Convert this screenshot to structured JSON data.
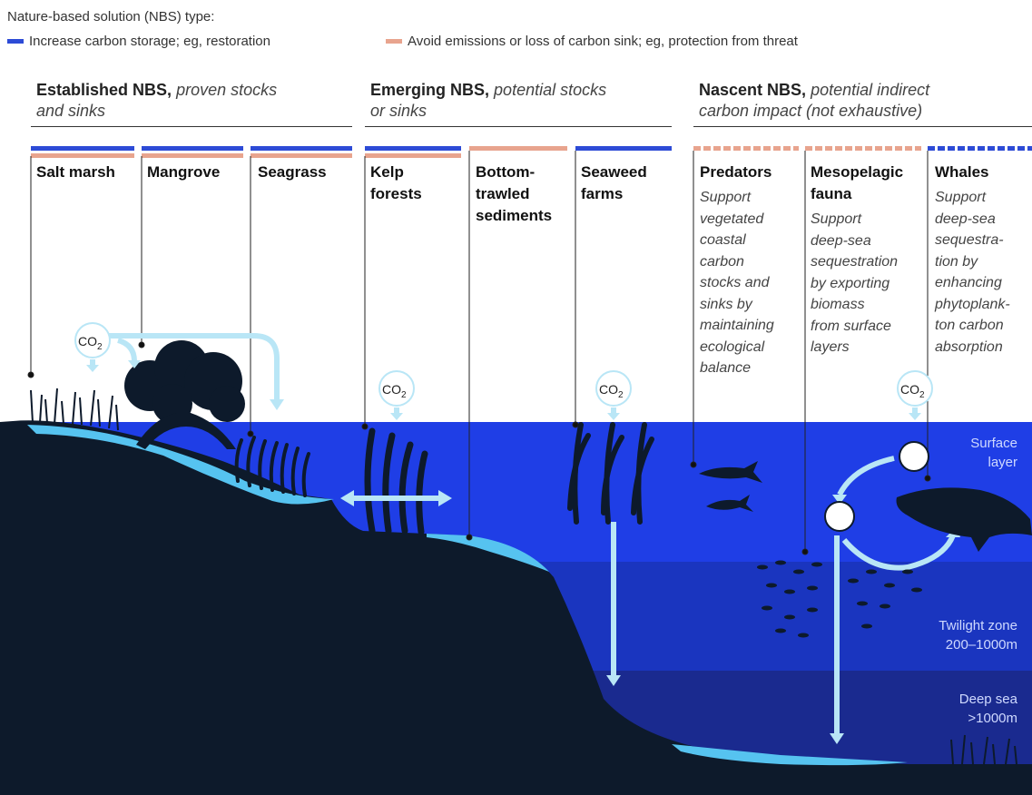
{
  "legend": {
    "title": "Nature-based solution (NBS) type:",
    "blue_label": "Increase carbon storage; eg, restoration",
    "peach_label": "Avoid emissions or loss of carbon sink; eg, protection from threat",
    "blue_color": "#2d4bd6",
    "peach_color": "#e8a48e"
  },
  "groups": {
    "established": {
      "name": "Established NBS,",
      "sub1": "proven stocks",
      "sub2": "and sinks"
    },
    "emerging": {
      "name": "Emerging NBS,",
      "sub1": "potential stocks",
      "sub2": "or sinks"
    },
    "nascent": {
      "name": "Nascent NBS,",
      "sub1": "potential indirect",
      "sub2": "carbon impact (not exhaustive)"
    }
  },
  "columns": {
    "salt_marsh": {
      "title": "Salt marsh"
    },
    "mangrove": {
      "title": "Mangrove"
    },
    "seagrass": {
      "title": "Seagrass"
    },
    "kelp": {
      "title1": "Kelp",
      "title2": "forests"
    },
    "bottom": {
      "title1": "Bottom-",
      "title2": "trawled",
      "title3": "sediments"
    },
    "seaweed": {
      "title1": "Seaweed",
      "title2": "farms"
    },
    "predators": {
      "title": "Predators",
      "desc": [
        "Support",
        "vegetated",
        "coastal",
        "carbon",
        "stocks and",
        "sinks by",
        "maintaining",
        "ecological",
        "balance"
      ]
    },
    "mesopelagic": {
      "title1": "Mesopelagic",
      "title2": "fauna",
      "desc": [
        "Support",
        "deep-sea",
        "sequestration",
        "by exporting",
        "biomass",
        "from surface",
        "layers"
      ]
    },
    "whales": {
      "title": "Whales",
      "desc": [
        "Support",
        "deep-sea",
        "sequestra-",
        "tion by",
        "enhancing",
        "phytoplank-",
        "ton carbon",
        "absorption"
      ]
    }
  },
  "co2": {
    "label": "CO",
    "sub": "2"
  },
  "zones": {
    "surface": [
      "Surface",
      "layer"
    ],
    "twilight": [
      "Twilight zone",
      "200–1000m"
    ],
    "deep": [
      "Deep sea",
      ">1000m"
    ]
  },
  "colors": {
    "surface": "#1f3ee6",
    "twilight": "#1a35bf",
    "deep": "#1a2a8f",
    "seafloor": "#0d1a2b",
    "sediment": "#56c3f0",
    "arrow": "#b9e6f6"
  }
}
